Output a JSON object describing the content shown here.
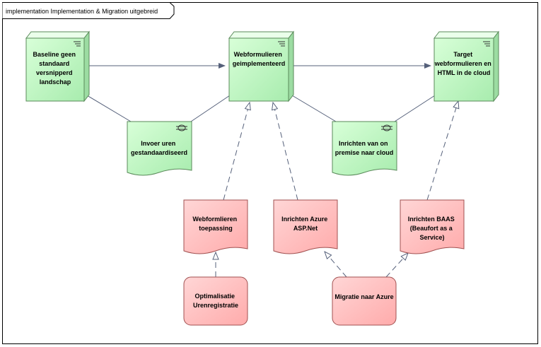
{
  "frame": {
    "title": "implementation Implementation & Migration uitgebreid"
  },
  "plateaus": {
    "baseline": {
      "lines": [
        "Baseline geen",
        "standaard",
        "versnipperd",
        "landschap"
      ]
    },
    "webforms": {
      "lines": [
        "Webformulieren",
        "geimplementeerd"
      ]
    },
    "target": {
      "lines": [
        "Target",
        "webformulieren en",
        "HTML in de cloud"
      ]
    }
  },
  "gaps": {
    "invoer": {
      "lines": [
        "Invoer uren",
        "gestandaardiseerd"
      ]
    },
    "inrichten": {
      "lines": [
        "Inrichten van on",
        "premise naar cloud"
      ]
    }
  },
  "deliverables": {
    "webtoepassing": {
      "lines": [
        "Webformlieren",
        "toepassing"
      ]
    },
    "azure": {
      "lines": [
        "Inrichten Azure",
        "ASP.Net"
      ]
    },
    "baas": {
      "lines": [
        "Inrichten BAAS",
        "(Beaufort as a",
        "Service)"
      ]
    }
  },
  "work_packages": {
    "optimalisatie": {
      "lines": [
        "Optimalisatie",
        "Urenregistratie"
      ]
    },
    "migratie": {
      "lines": [
        "Migratie naar Azure"
      ]
    }
  },
  "colors": {
    "plateau_fill": "#ccffcc",
    "plateau_stroke": "#5a8a5a",
    "impl_fill": "#ffc0c0",
    "impl_stroke": "#a05050",
    "connector": "#55607a"
  }
}
